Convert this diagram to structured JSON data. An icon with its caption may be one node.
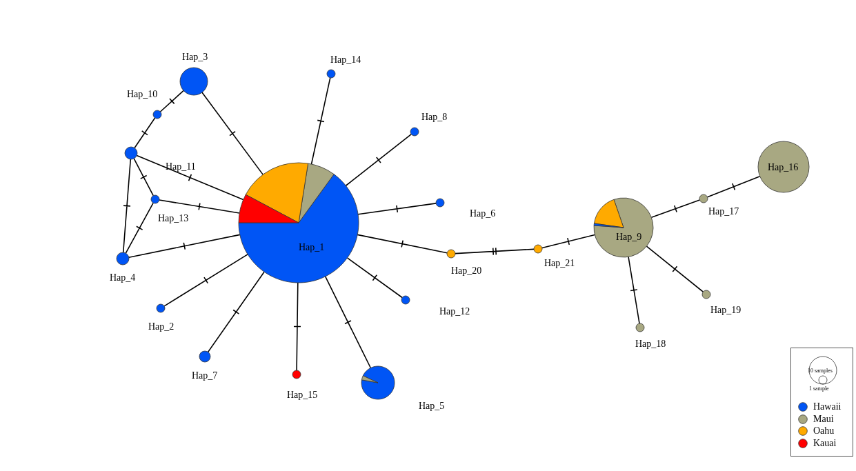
{
  "diagram": {
    "nodes": [
      {
        "text": [
          "Hap_1"
        ]
      },
      {
        "text": [
          "Hap_2"
        ]
      },
      {
        "text": [
          "Hap_3"
        ]
      },
      {
        "text": [
          "Hap_4"
        ]
      },
      {
        "text": [
          "Hap_5"
        ]
      },
      {
        "text": [
          "Hap_6"
        ]
      },
      {
        "text": [
          "Hap_7"
        ]
      },
      {
        "text": [
          "Hap_8"
        ]
      },
      {
        "text": [
          "Hap_9"
        ]
      },
      {
        "text": [
          "Hap_10"
        ]
      },
      {
        "text": [
          "Hap_11"
        ]
      },
      {
        "text": [
          "Hap_12"
        ]
      },
      {
        "text": [
          "Hap_13"
        ]
      },
      {
        "text": [
          "Hap_14"
        ]
      },
      {
        "text": [
          "Hap_15"
        ]
      },
      {
        "text": [
          "Hap_16"
        ]
      },
      {
        "text": [
          "Hap_17"
        ]
      },
      {
        "text": [
          "Hap_18"
        ]
      },
      {
        "text": [
          "Hap_19"
        ]
      },
      {
        "text": [
          "Hap_20"
        ]
      },
      {
        "text": [
          "Hap_21"
        ]
      }
    ],
    "edges": [
      {
        "from": 2,
        "to": 9,
        "arrow": "none"
      },
      {
        "from": 9,
        "to": 10,
        "arrow": "none"
      },
      {
        "from": 10,
        "to": 3,
        "arrow": "none"
      },
      {
        "from": 10,
        "to": 12,
        "arrow": "none"
      },
      {
        "from": 12,
        "to": 3,
        "arrow": "none"
      },
      {
        "from": 10,
        "to": 0,
        "arrow": "none"
      },
      {
        "from": 12,
        "to": 0,
        "arrow": "none"
      },
      {
        "from": 3,
        "to": 0,
        "arrow": "none"
      },
      {
        "from": 2,
        "to": 0,
        "arrow": "none"
      },
      {
        "from": 13,
        "to": 0,
        "arrow": "none"
      },
      {
        "from": 7,
        "to": 0,
        "arrow": "none"
      },
      {
        "from": 5,
        "to": 0,
        "arrow": "none"
      },
      {
        "from": 0,
        "to": 19,
        "arrow": "none"
      },
      {
        "from": 11,
        "to": 0,
        "arrow": "none"
      },
      {
        "from": 4,
        "to": 0,
        "arrow": "none"
      },
      {
        "from": 14,
        "to": 0,
        "arrow": "none"
      },
      {
        "from": 6,
        "to": 0,
        "arrow": "none"
      },
      {
        "from": 1,
        "to": 0,
        "arrow": "none"
      },
      {
        "from": 19,
        "to": 20,
        "arrow": "none"
      },
      {
        "from": 20,
        "to": 8,
        "arrow": "none"
      },
      {
        "from": 8,
        "to": 16,
        "arrow": "none"
      },
      {
        "from": 16,
        "to": 15,
        "arrow": "none"
      },
      {
        "from": 8,
        "to": 17,
        "arrow": "none"
      },
      {
        "from": 8,
        "to": 18,
        "arrow": "none"
      }
    ],
    "labels": [
      "10 samples",
      "1 sample"
    ],
    "legend": [
      {
        "text": "Hawaii",
        "color": "#0055f5"
      },
      {
        "text": "Maui",
        "color": "#a8a882"
      },
      {
        "text": "Oahu",
        "color": "#ffaa00"
      },
      {
        "text": "Kauai",
        "color": "#ff0000"
      }
    ]
  }
}
